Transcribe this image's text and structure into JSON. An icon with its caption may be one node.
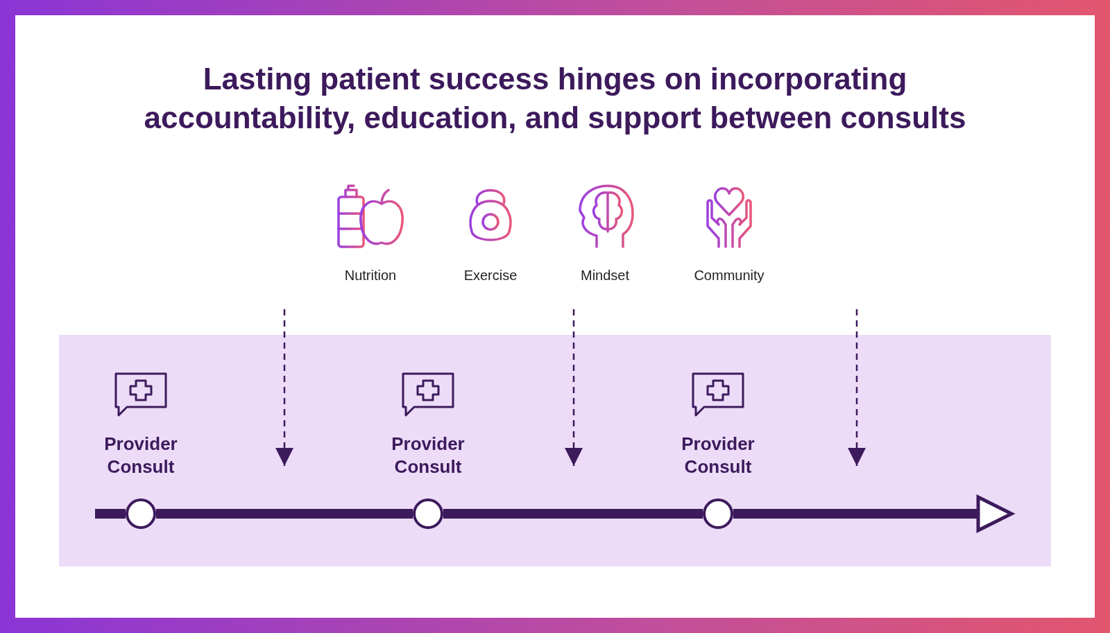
{
  "diagram": {
    "title": "Lasting patient success hinges on incorporating accountability, education, and support between consults",
    "nodes": [
      {
        "text": [],
        "shape": "circle",
        "beside": [
          "Provider Consult"
        ]
      },
      {
        "text": [],
        "shape": "circle",
        "beside": [
          "Provider Consult"
        ]
      },
      {
        "text": [],
        "shape": "circle",
        "beside": [
          "Provider Consult"
        ]
      }
    ],
    "edges": [
      {
        "from": null,
        "to": 0,
        "arrow": "none"
      },
      {
        "from": 0,
        "to": 1,
        "arrow": "none"
      },
      {
        "from": 1,
        "to": 2,
        "arrow": "none"
      },
      {
        "from": 2,
        "to": null,
        "arrow": "to"
      }
    ],
    "labels": [
      "Nutrition",
      "Exercise",
      "Mindset",
      "Community"
    ]
  }
}
